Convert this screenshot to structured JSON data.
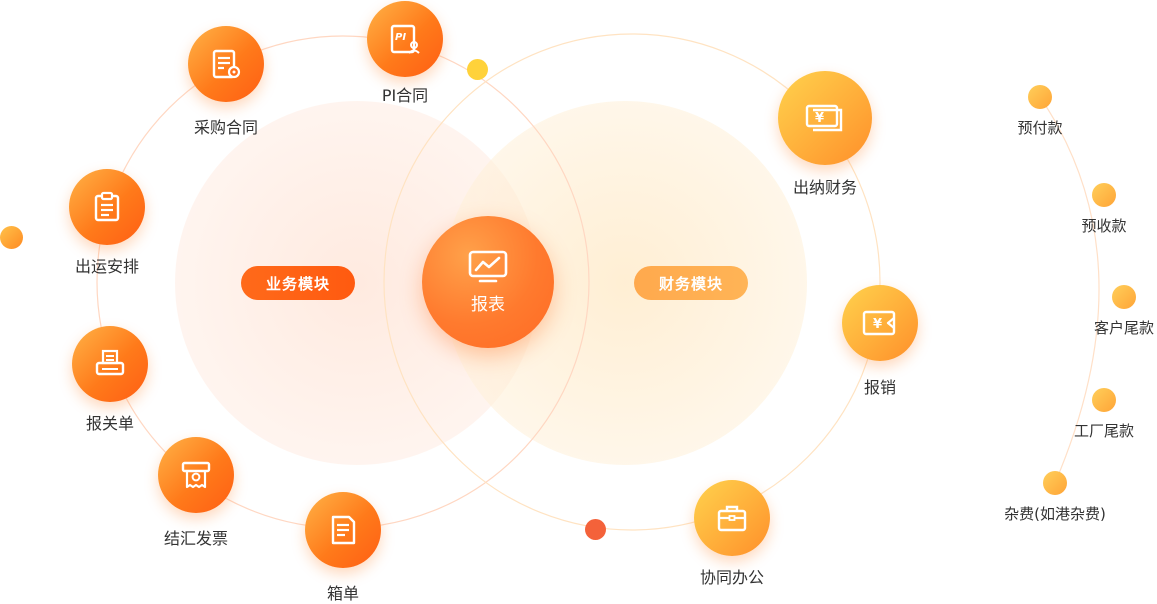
{
  "center": {
    "label": "报表",
    "icon": "chart-monitor-icon"
  },
  "modules": {
    "business": "业务模块",
    "finance": "财务模块"
  },
  "business_nodes": [
    {
      "label": "PI合同",
      "icon": "pi-contract-icon"
    },
    {
      "label": "采购合同",
      "icon": "purchase-contract-icon"
    },
    {
      "label": "出运安排",
      "icon": "shipping-clipboard-icon"
    },
    {
      "label": "报关单",
      "icon": "customs-printer-icon"
    },
    {
      "label": "结汇发票",
      "icon": "invoice-receipt-icon"
    },
    {
      "label": "箱单",
      "icon": "packing-list-icon"
    }
  ],
  "finance_nodes": [
    {
      "label": "出纳财务",
      "icon": "cashier-banknote-icon"
    },
    {
      "label": "报销",
      "icon": "reimbursement-icon"
    },
    {
      "label": "协同办公",
      "icon": "briefcase-icon"
    }
  ],
  "payment_items": [
    {
      "label": "预付款"
    },
    {
      "label": "预收款"
    },
    {
      "label": "客户尾款"
    },
    {
      "label": "工厂尾款"
    },
    {
      "label": "杂费(如港杂费)"
    }
  ],
  "colors": {
    "business_accent": "#ff6a1a",
    "finance_accent": "#ffae3a",
    "dot_yellow": "#ffd23a",
    "dot_red": "#f4623a"
  }
}
